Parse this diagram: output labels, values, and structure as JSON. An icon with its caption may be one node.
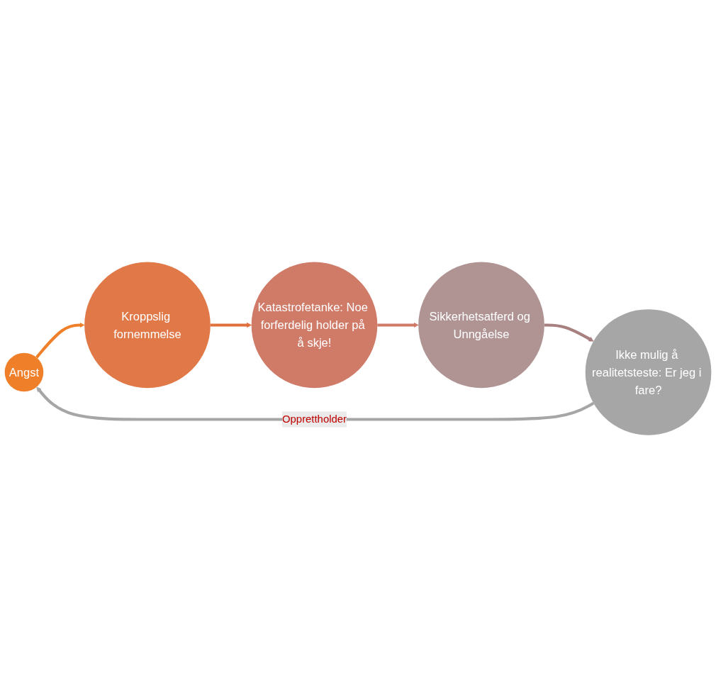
{
  "diagram": {
    "nodes": [
      {
        "text": [
          "Angst"
        ]
      },
      {
        "text": [
          "Kroppslig fornemmelse"
        ]
      },
      {
        "text": [
          "Katastrofetanke: Noe forferdelig holder på å skje!"
        ]
      },
      {
        "text": [
          "Sikkerhetsatferd og Unngåelse"
        ]
      },
      {
        "text": [
          "Ikke mulig å realitetsteste: Er jeg i fare?"
        ]
      }
    ],
    "edges": [
      {
        "from": 0,
        "to": 1,
        "arrow": "to",
        "color": "#f07f2a"
      },
      {
        "from": 1,
        "to": 2,
        "arrow": "to",
        "color": "#e0703c"
      },
      {
        "from": 2,
        "to": 3,
        "arrow": "to",
        "color": "#d07a68"
      },
      {
        "from": 3,
        "to": 4,
        "arrow": "to",
        "color": "#a88080"
      },
      {
        "from": 4,
        "to": 0,
        "label": "Opprettholder",
        "arrow": "to",
        "color": "#a6a6a6"
      }
    ]
  }
}
